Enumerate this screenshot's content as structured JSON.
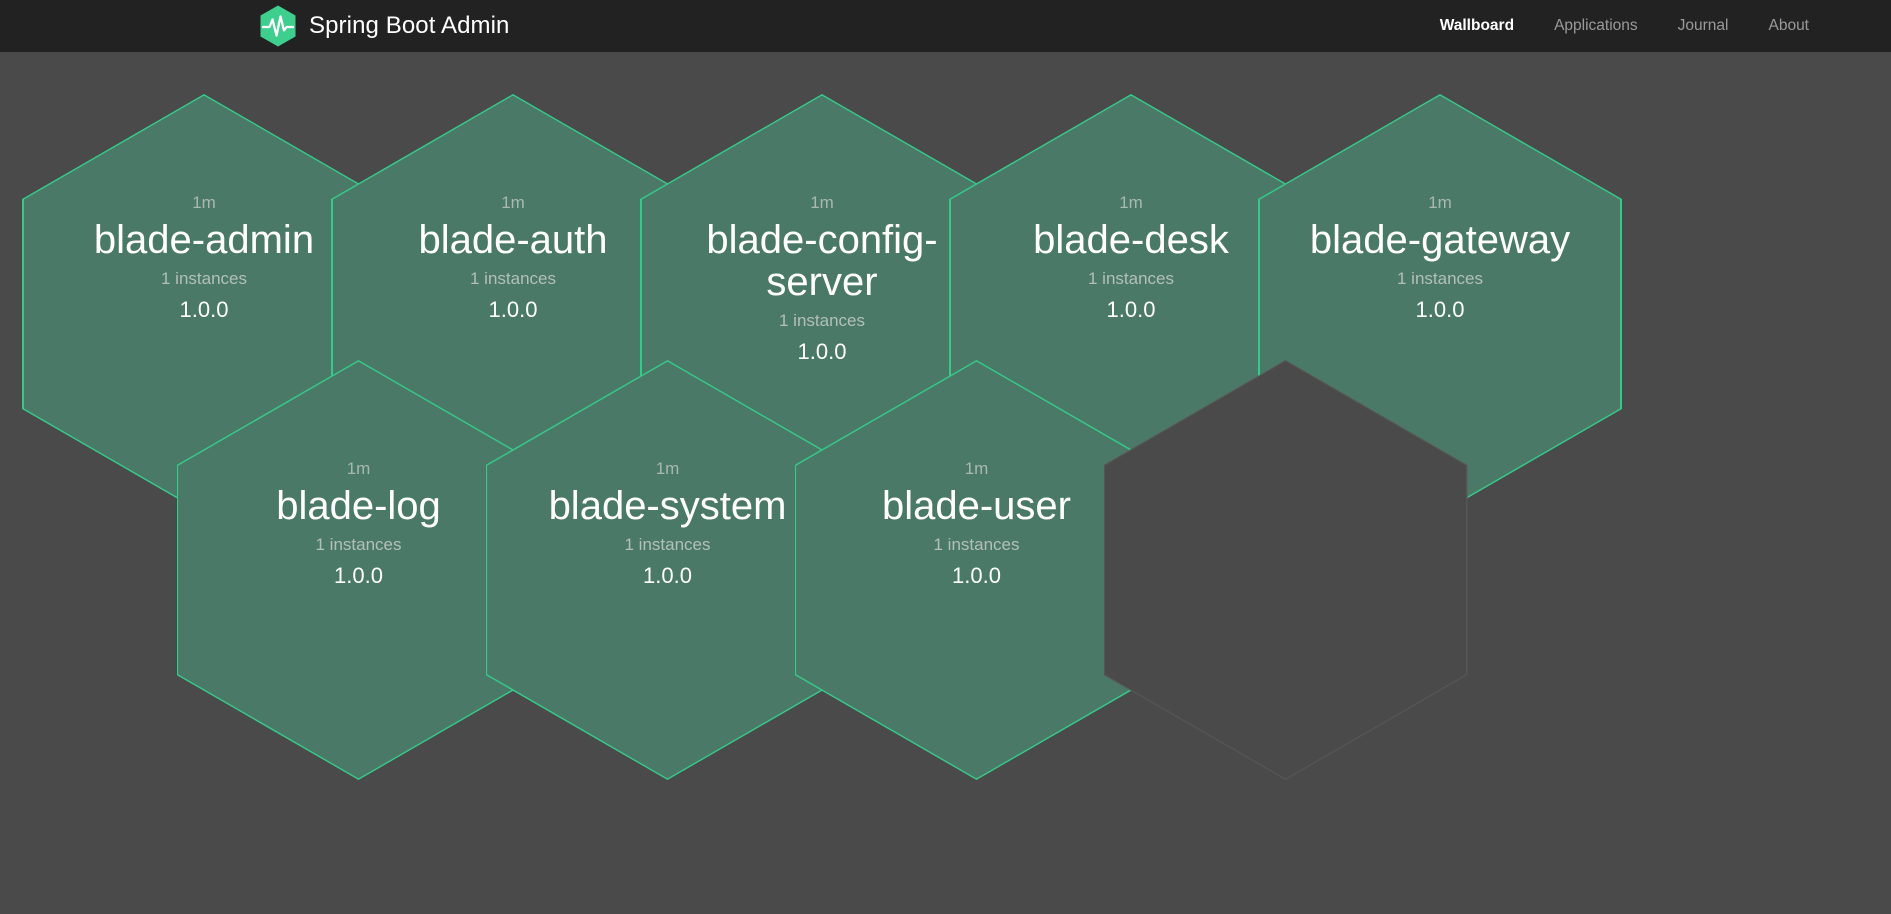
{
  "app": {
    "title": "Spring Boot Admin",
    "logo_icon": "pulse-hexagon-icon",
    "brand_color": "#3ecf8e",
    "navbar_bg": "#222222",
    "page_bg": "#4a4a4a",
    "hex_fill": "#4a7a67",
    "hex_border": "#37c98a",
    "hex_empty_border": "#565656"
  },
  "nav": {
    "items": [
      {
        "label": "Wallboard",
        "active": true
      },
      {
        "label": "Applications",
        "active": false
      },
      {
        "label": "Journal",
        "active": false
      },
      {
        "label": "About",
        "active": false
      }
    ]
  },
  "wallboard": {
    "applications": [
      {
        "name": "blade-admin",
        "uptime": "1m",
        "instances": "1 instances",
        "version": "1.0.0"
      },
      {
        "name": "blade-auth",
        "uptime": "1m",
        "instances": "1 instances",
        "version": "1.0.0"
      },
      {
        "name": "blade-config-server",
        "uptime": "1m",
        "instances": "1 instances",
        "version": "1.0.0"
      },
      {
        "name": "blade-desk",
        "uptime": "1m",
        "instances": "1 instances",
        "version": "1.0.0"
      },
      {
        "name": "blade-gateway",
        "uptime": "1m",
        "instances": "1 instances",
        "version": "1.0.0"
      },
      {
        "name": "blade-log",
        "uptime": "1m",
        "instances": "1 instances",
        "version": "1.0.0"
      },
      {
        "name": "blade-system",
        "uptime": "1m",
        "instances": "1 instances",
        "version": "1.0.0"
      },
      {
        "name": "blade-user",
        "uptime": "1m",
        "instances": "1 instances",
        "version": "1.0.0"
      }
    ]
  }
}
